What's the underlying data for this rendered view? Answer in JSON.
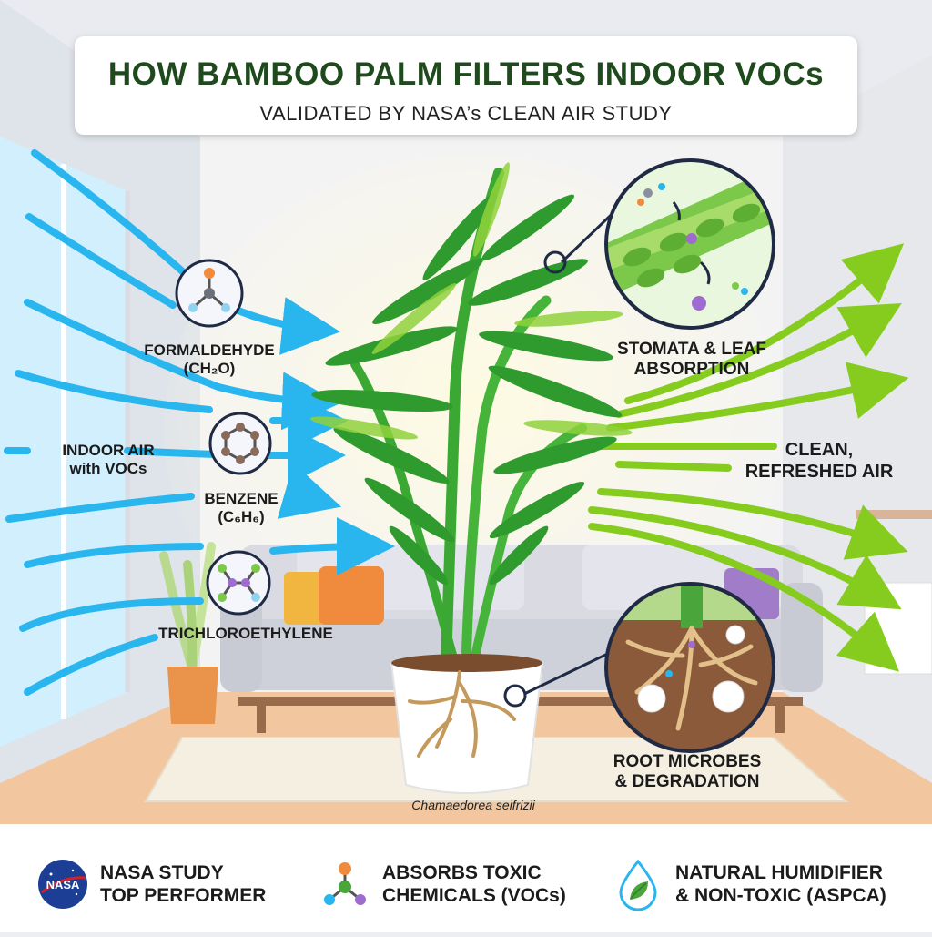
{
  "header": {
    "title": "HOW BAMBOO PALM FILTERS INDOOR VOCs",
    "subtitle": "VALIDATED BY NASA’s CLEAN AIR STUDY"
  },
  "left_labels": {
    "formaldehyde": "FORMALDEHYDE",
    "formaldehyde_formula": "(CH₂O)",
    "indoor_air_line1": "INDOOR AIR",
    "indoor_air_line2": "with VOCs",
    "benzene": "BENZENE",
    "benzene_formula": "(C₆H₆)",
    "trichloroethylene": "TRICHLOROETHYLENE"
  },
  "right_labels": {
    "stomata_line1": "STOMATA & LEAF",
    "stomata_line2": "ABSORPTION",
    "clean_line1": "CLEAN,",
    "clean_line2": "REFRESHED AIR",
    "root_line1": "ROOT MICROBES",
    "root_line2": "& DEGRADATION"
  },
  "species": "Chamaedorea seifrizii",
  "footer": {
    "items": [
      {
        "icon": "nasa-logo-icon",
        "line1": "NASA STUDY",
        "line2": "TOP PERFORMER",
        "logo_text": "NASA"
      },
      {
        "icon": "molecule-icon",
        "line1": "ABSORBS TOXIC",
        "line2": "CHEMICALS (VOCs)"
      },
      {
        "icon": "water-drop-leaf-icon",
        "line1": "NATURAL HUMIDIFIER",
        "line2": "& NON-TOXIC (ASPCA)"
      }
    ]
  },
  "colors": {
    "polluted_air": "#29b6ef",
    "clean_air": "#86cc1e",
    "title": "#1f4a1d",
    "leaf": "#3aa832",
    "soil": "#8a5a3a"
  }
}
